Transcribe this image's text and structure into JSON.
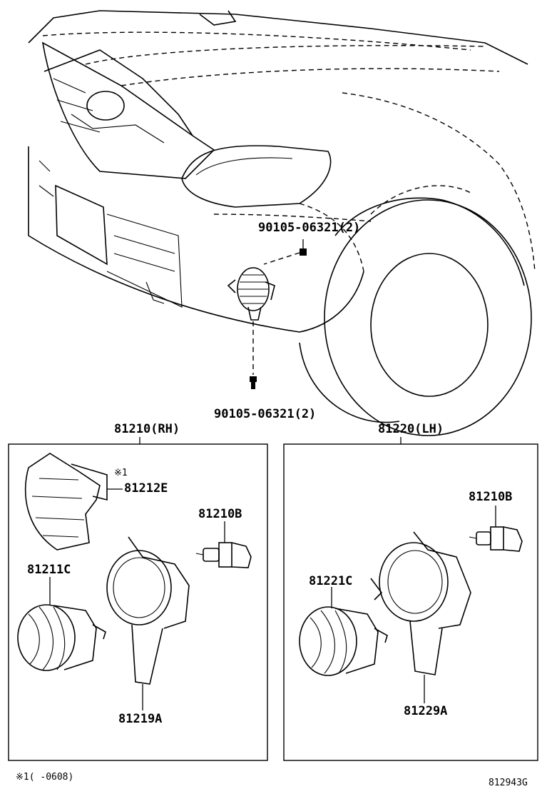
{
  "callouts": {
    "bolt_upper": "90105-06321(2)",
    "bolt_lower": "90105-06321(2)",
    "assy_rh": "81210(RH)",
    "assy_lh": "81220(LH)",
    "cover_rh": "81212E",
    "cover_rh_note_mark": "※1",
    "bulb_rh": "81210B",
    "lamp_rh": "81211C",
    "bracket_rh": "81219A",
    "bulb_lh": "81210B",
    "lamp_lh": "81221C",
    "bracket_lh": "81229A"
  },
  "footnote": "※1(    -0608)",
  "figure_code": "812943G"
}
